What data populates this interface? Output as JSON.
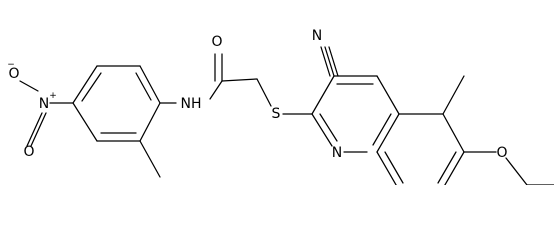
{
  "structure": {
    "atoms": {
      "amide_o": "O",
      "amide_nh": "NH",
      "sulfur": "S",
      "cyano_n": "N",
      "quinoline_n": "N",
      "ether_o": "O",
      "nitro_n": "N",
      "nitro_n_charge": "+",
      "nitro_o_top": "O",
      "nitro_o_top_charge": "−",
      "nitro_o_bottom": "O"
    }
  }
}
